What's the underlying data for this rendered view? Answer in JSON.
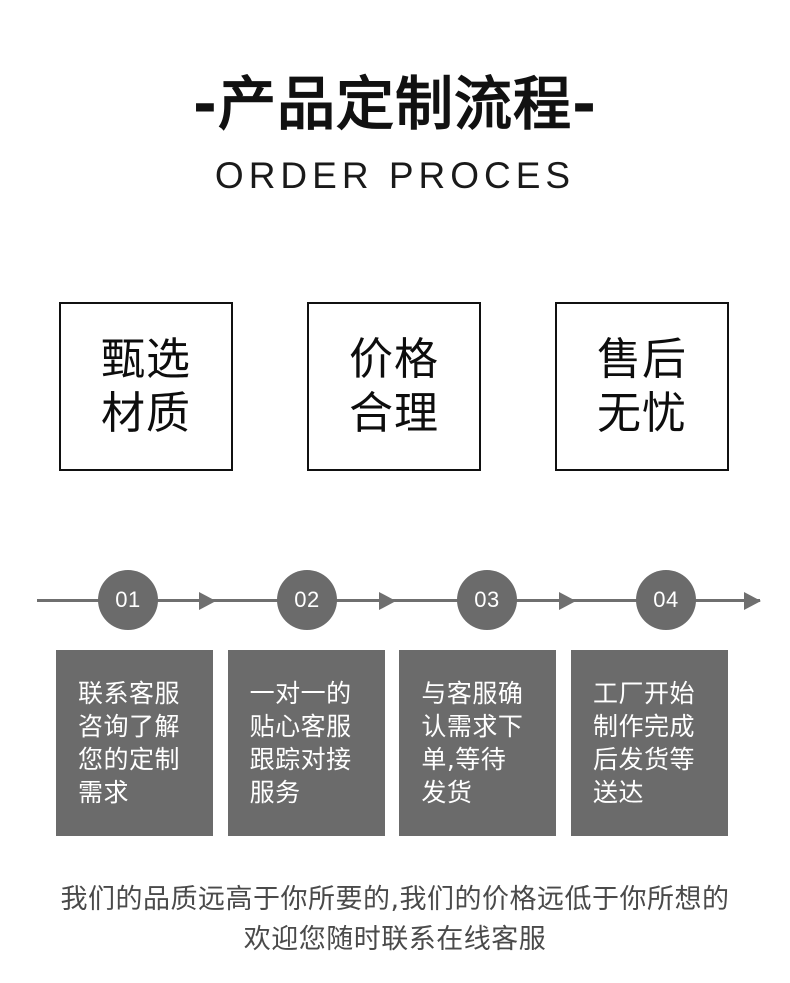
{
  "header": {
    "title": "-产品定制流程-",
    "subtitle": "ORDER PROCES"
  },
  "features": [
    {
      "line1": "甄选",
      "line2": "材质"
    },
    {
      "line1": "价格",
      "line2": "合理"
    },
    {
      "line1": "售后",
      "line2": "无忧"
    }
  ],
  "timeline": {
    "steps": [
      {
        "number": "01"
      },
      {
        "number": "02"
      },
      {
        "number": "03"
      },
      {
        "number": "04"
      }
    ]
  },
  "steps": [
    {
      "number": "01",
      "lines": [
        "联系客服",
        "咨询了解",
        "您的定制",
        "需求"
      ]
    },
    {
      "number": "02",
      "lines": [
        "一对一的",
        "贴心客服",
        "跟踪对接",
        "服务"
      ]
    },
    {
      "number": "03",
      "lines": [
        "与客服确",
        "认需求下",
        "单,等待",
        "发货"
      ]
    },
    {
      "number": "04",
      "lines": [
        "工厂开始",
        "制作完成",
        "后发货等",
        "送达"
      ]
    }
  ],
  "footer": {
    "line1": "我们的品质远高于你所要的,我们的价格远低于你所想的",
    "line2": "欢迎您随时联系在线客服"
  },
  "colors": {
    "background": "#ffffff",
    "title_text": "#111111",
    "box_border": "#111111",
    "gray_fill": "#6b6b6b",
    "line_gray": "#6f6f6f",
    "footer_text": "#4a4a4a",
    "card_text": "#ffffff"
  }
}
